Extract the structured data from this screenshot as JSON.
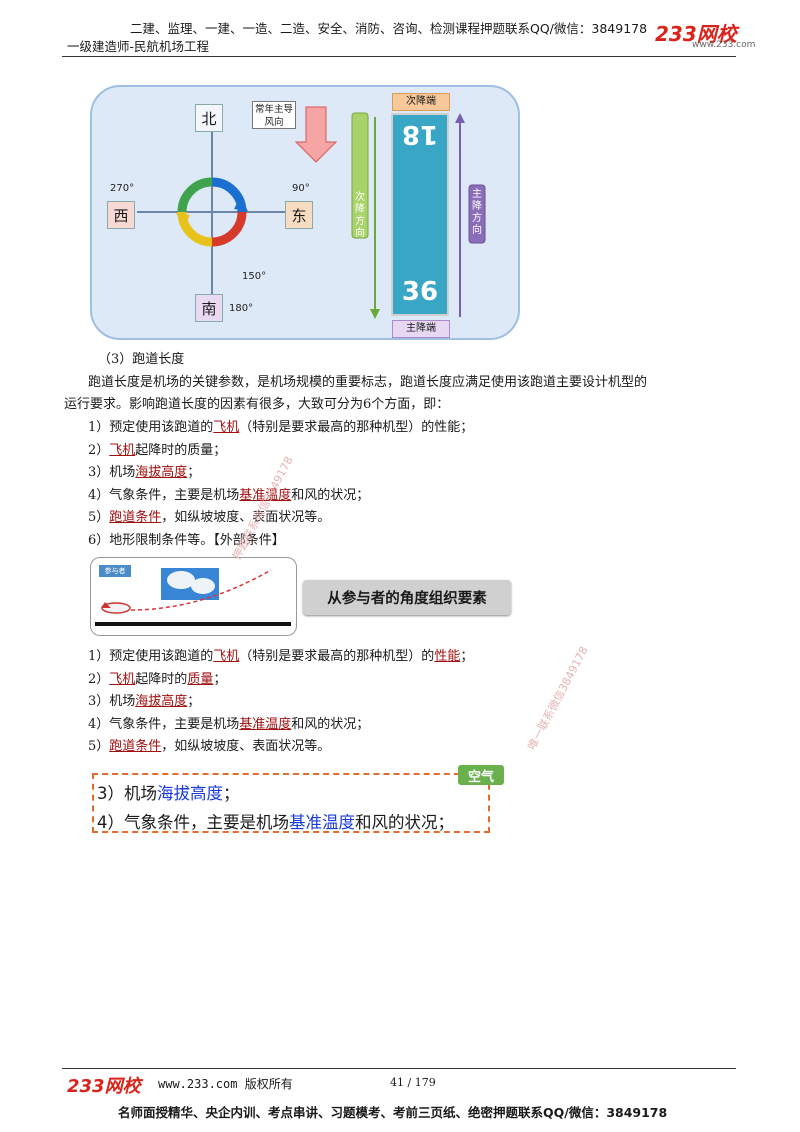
{
  "header": {
    "line1": "二建、监理、一建、一造、二造、安全、消防、咨询、检测课程押题联系QQ/微信：3849178",
    "line2": "一级建造师-民航机场工程",
    "logo": "233网校",
    "logo_sub": "www.233.com"
  },
  "diagram": {
    "north": "北",
    "south": "南",
    "west": "西",
    "east": "东",
    "deg_270": "270°",
    "deg_90": "90°",
    "deg_150": "150°",
    "deg_180": "180°",
    "wind_note": "常年主导风向",
    "runway_top_label": "次降端",
    "runway_bottom_label": "主降端",
    "runway_num_top": "18",
    "runway_num_bottom": "36",
    "secondary_dir": "次降方向",
    "primary_dir": "主降方向"
  },
  "section_title": "（3）跑道长度",
  "intro_line1": "跑道长度是机场的关键参数，是机场规模的重要标志，跑道长度应满足使用该跑道主要设计机型的",
  "intro_line2": "运行要求。影响跑道长度的因素有很多，大致可分为6个方面，即：",
  "list1": {
    "i1_pre": "1）预定使用该跑道的",
    "i1_u": "飞机",
    "i1_post": "（特别是要求最高的那种机型）的性能；",
    "i2_pre": "2）",
    "i2_u": "飞机",
    "i2_post": "起降时的质量；",
    "i3_pre": "3）机场",
    "i3_u": "海拔高度",
    "i3_post": "；",
    "i4_pre": "4）气象条件，主要是机场",
    "i4_u": "基准温度",
    "i4_post": "和风的状况；",
    "i5_pre": "5）",
    "i5_u": "跑道条件",
    "i5_post": "，如纵坡坡度、表面状况等。",
    "i6": "6）地形限制条件等。【外部条件】"
  },
  "scene": {
    "tag": "参与者",
    "button": "从参与者的角度组织要素"
  },
  "list2": {
    "i1_pre": "1）预定使用该跑道的",
    "i1_u": "飞机",
    "i1_mid": "（特别是要求最高的那种机型）的",
    "i1_u2": "性能",
    "i1_post": "；",
    "i2_pre": "2）",
    "i2_u": "飞机",
    "i2_mid": "起降时的",
    "i2_u2": "质量",
    "i2_post": "；",
    "i3_pre": "3）机场",
    "i3_u": "海拔高度",
    "i3_post": "；",
    "i4_pre": "4）气象条件，主要是机场",
    "i4_u": "基准温度",
    "i4_post": "和风的状况；",
    "i5_pre": "5）",
    "i5_u": "跑道条件",
    "i5_post": "，如纵坡坡度、表面状况等。"
  },
  "highlight": {
    "tag": "空气",
    "l1_pre": "3）机场",
    "l1_blue": "海拔高度",
    "l1_post": "；",
    "l2_pre": "4）气象条件，主要是机场",
    "l2_blue": "基准温度",
    "l2_post": "和风的状况；"
  },
  "watermarks": {
    "w1": "押题联系微信3849178",
    "w2": "唯一联系微信3849178"
  },
  "footer": {
    "logo": "233网校",
    "site": "www.233.com 版权所有",
    "page": "41 / 179",
    "bottom": "名师面授精华、央企内训、考点串讲、习题模考、考前三页纸、绝密押题联系QQ/微信：3849178"
  }
}
